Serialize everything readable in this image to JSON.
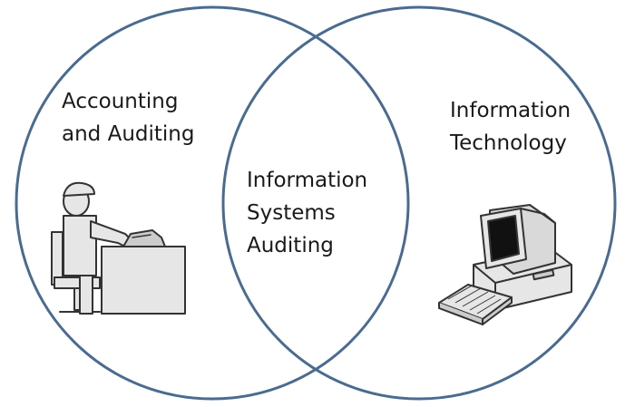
{
  "diagram": {
    "left_circle": {
      "label_lines": [
        "Accounting",
        "and Auditing"
      ],
      "icon": "accountant-at-desk-icon"
    },
    "right_circle": {
      "label_lines": [
        "Information",
        "Technology"
      ],
      "icon": "desktop-computer-icon"
    },
    "intersection": {
      "label_lines": [
        "Information",
        "Systems",
        "Auditing"
      ]
    },
    "colors": {
      "circle_stroke": "#4a6b8f",
      "background": "#ffffff",
      "text": "#1a1a1a",
      "icon_fill": "#e6e6e6",
      "icon_stroke": "#333333"
    }
  }
}
